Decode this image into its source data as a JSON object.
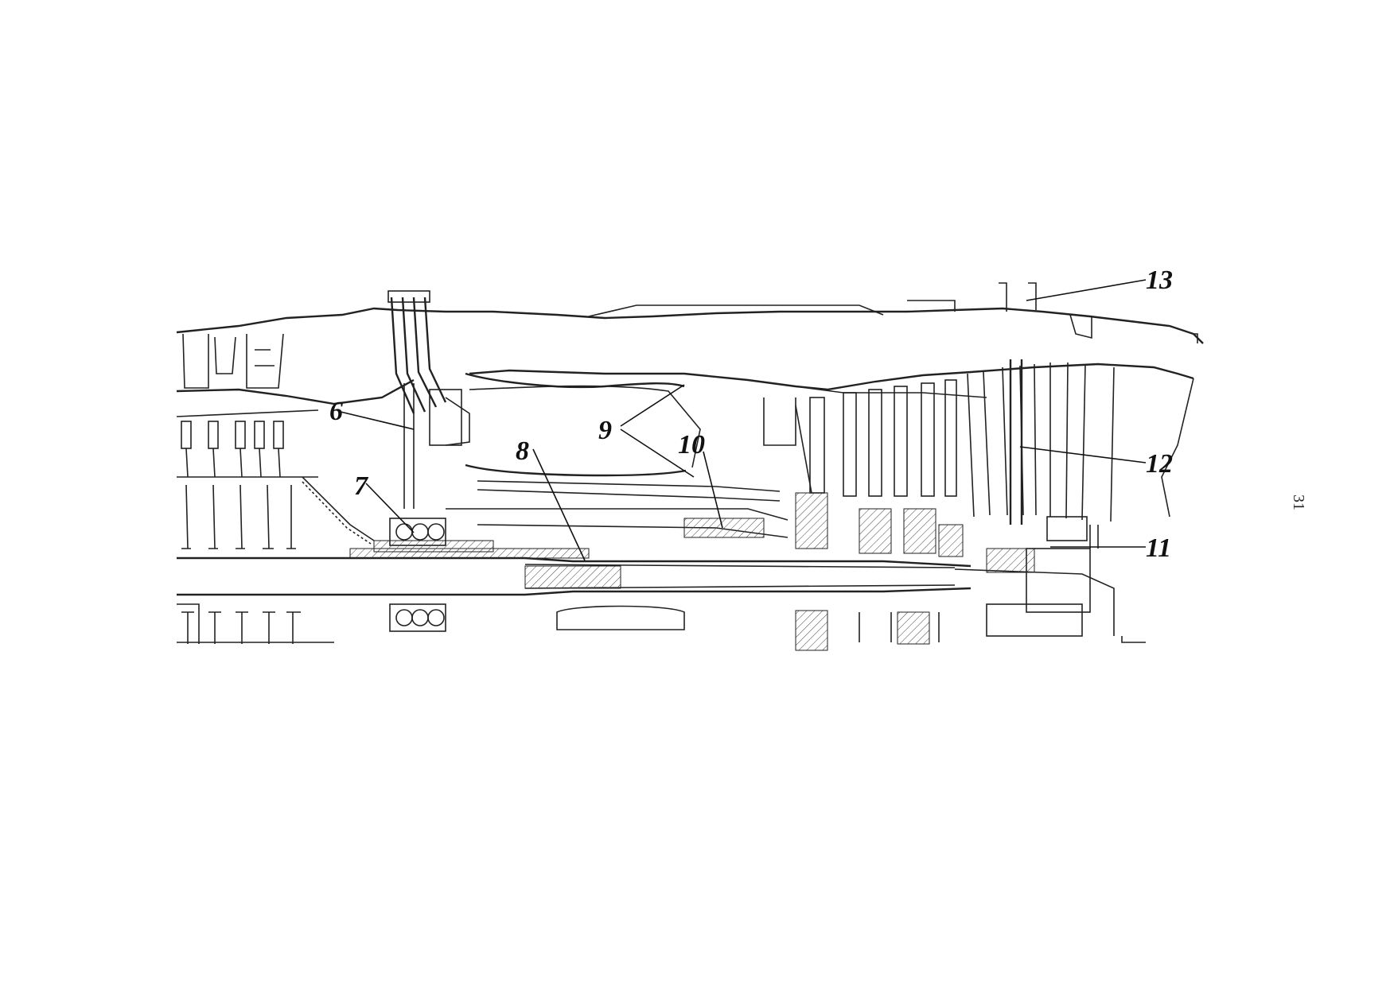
{
  "figure": {
    "callouts": [
      {
        "id": "6",
        "label": "6"
      },
      {
        "id": "7",
        "label": "7"
      },
      {
        "id": "8",
        "label": "8"
      },
      {
        "id": "9",
        "label": "9"
      },
      {
        "id": "10",
        "label": "10"
      },
      {
        "id": "11",
        "label": "11"
      },
      {
        "id": "12",
        "label": "12"
      },
      {
        "id": "13",
        "label": "13"
      }
    ]
  },
  "page": {
    "number": "31"
  }
}
